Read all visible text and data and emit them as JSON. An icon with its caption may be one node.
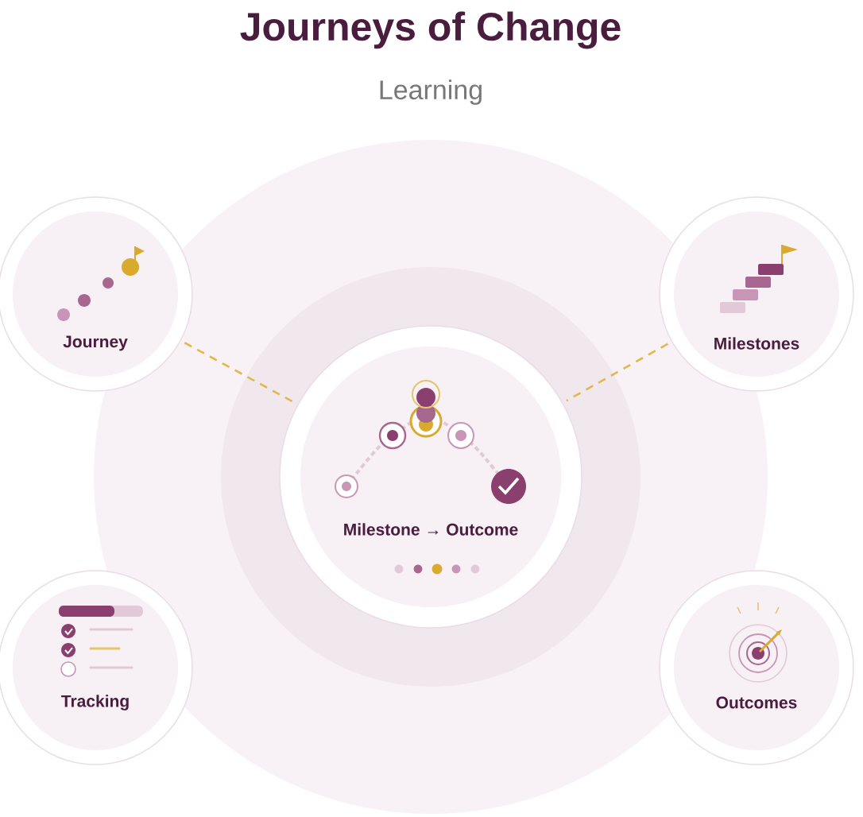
{
  "diagram": {
    "title": "Journeys of Change",
    "nodes": [
      {
        "text": [
          "Journey"
        ]
      },
      {
        "text": [
          "Milestones"
        ]
      },
      {
        "text": [
          "Milestone → Outcome"
        ]
      },
      {
        "text": [
          "Tracking"
        ]
      },
      {
        "text": [
          "Outcomes"
        ]
      }
    ],
    "edges": [
      {
        "from": 0,
        "to": 2,
        "arrow": "none",
        "style": "dashed",
        "color": "#e0b84e"
      },
      {
        "from": 1,
        "to": 2,
        "arrow": "none",
        "style": "dashed",
        "color": "#e0b84e"
      }
    ],
    "labels": [
      "Learning"
    ]
  }
}
